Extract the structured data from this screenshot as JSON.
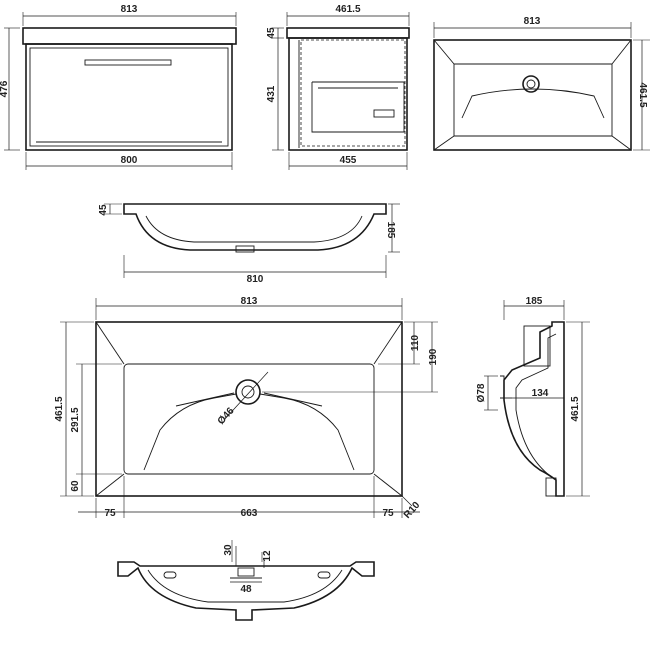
{
  "views": {
    "front_cabinet": {
      "width_top": "813",
      "width_bottom": "800",
      "height": "476"
    },
    "side_cabinet": {
      "width_top": "461.5",
      "width_bottom": "455",
      "basin_height": "45",
      "cabinet_height": "431"
    },
    "top_basin": {
      "width": "813",
      "depth": "461.5"
    },
    "front_basin": {
      "lip": "45",
      "height": "185",
      "width": "810"
    },
    "plan": {
      "width": "813",
      "depth": "461.5",
      "back_rim": "110",
      "waste_offset": "190",
      "bowl_depth": "291.5",
      "front_rim": "60",
      "left_rim": "75",
      "bowl_width": "663",
      "right_rim": "75",
      "radius": "R10",
      "waste_dia": "Ø46"
    },
    "side_section": {
      "depth": "185",
      "height": "461.5",
      "waste_dia": "Ø78",
      "waste_depth": "134"
    },
    "bottom_section": {
      "d1": "30",
      "d2": "12",
      "d3": "48"
    }
  }
}
